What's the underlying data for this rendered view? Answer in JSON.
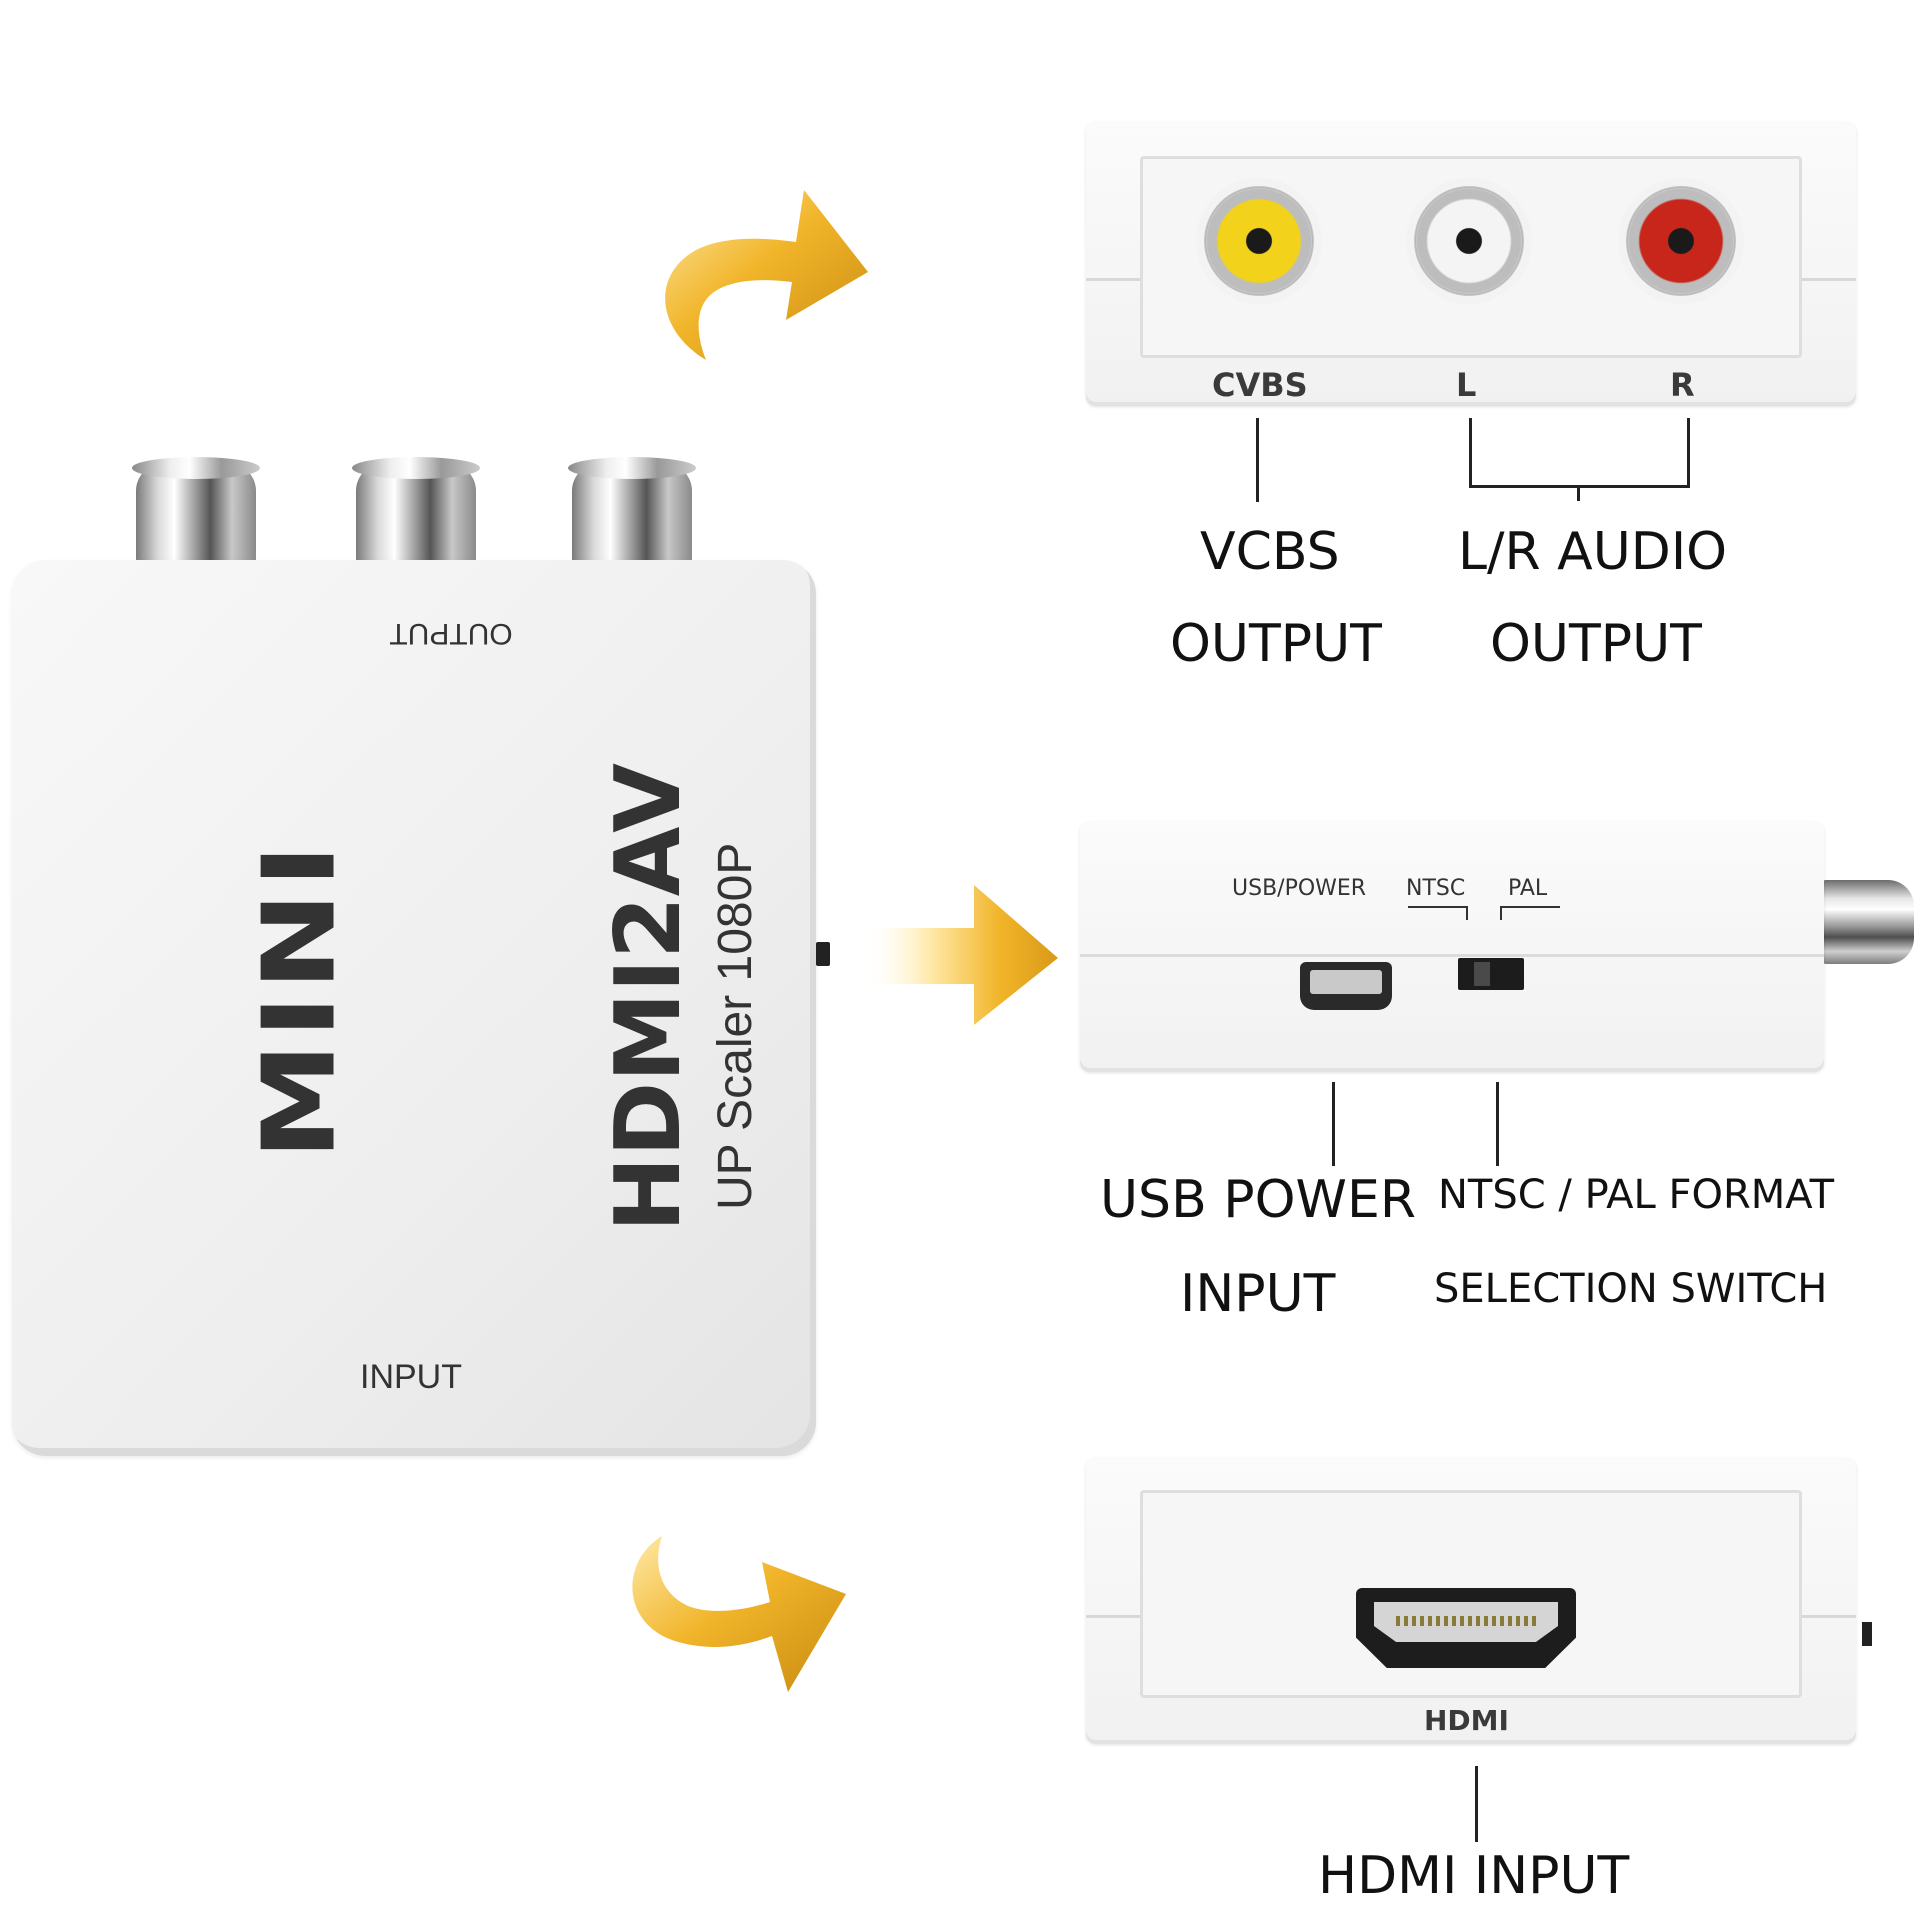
{
  "device": {
    "output_label": "OUTPUT",
    "input_label": "INPUT",
    "brand_mini": "MINI",
    "model": "HDMI2AV",
    "subtitle": "UP Scaler 1080P"
  },
  "top_panel": {
    "jack_labels": [
      "CVBS",
      "L",
      "R"
    ],
    "jack_colors": [
      "#f2d21a",
      "#f4f4f4",
      "#c8261a"
    ],
    "caption_left_line1": "VCBS",
    "caption_left_line2": "OUTPUT",
    "caption_right_line1": "L/R AUDIO",
    "caption_right_line2": "OUTPUT"
  },
  "middle_panel": {
    "label_usb": "USB/POWER",
    "label_ntsc": "NTSC",
    "label_pal": "PAL",
    "caption_left_line1": "USB POWER",
    "caption_left_line2": "INPUT",
    "caption_right_line1": "NTSC / PAL FORMAT",
    "caption_right_line2": "SELECTION SWITCH"
  },
  "bottom_panel": {
    "port_label": "HDMI",
    "caption": "HDMI INPUT"
  },
  "colors": {
    "arrow_gold": "#f1b52a",
    "arrow_highlight": "#ffe9a8"
  }
}
